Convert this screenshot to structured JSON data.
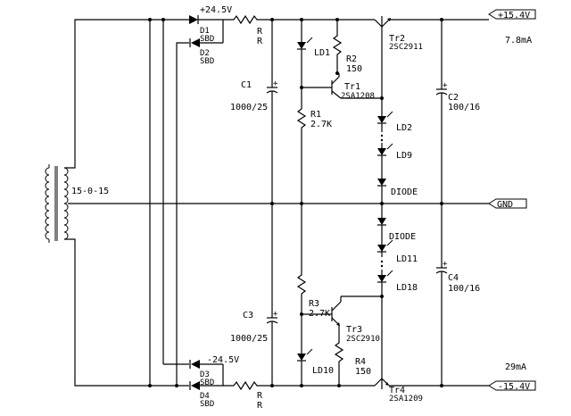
{
  "transformer": {
    "label": "15-0-15"
  },
  "rails": {
    "pos_raw": "+24.5V",
    "neg_raw": "-24.5V",
    "pos_out": "+15.4V",
    "neg_out": "-15.4V",
    "gnd": "GND",
    "pos_current": "7.8mA",
    "neg_current": "29mA"
  },
  "components": {
    "d1": {
      "name": "D1",
      "type": "SBD"
    },
    "d2": {
      "name": "D2",
      "type": "SBD"
    },
    "d3": {
      "name": "D3",
      "type": "SBD"
    },
    "d4": {
      "name": "D4",
      "type": "SBD"
    },
    "r_top_a": "R",
    "r_top_b": "R",
    "r_bot_a": "R",
    "r_bot_b": "R",
    "c1": {
      "name": "C1",
      "value": "1000/25"
    },
    "c3": {
      "name": "C3",
      "value": "1000/25"
    },
    "c2": {
      "name": "C2",
      "value": "100/16"
    },
    "c4": {
      "name": "C4",
      "value": "100/16"
    },
    "r1": {
      "name": "R1",
      "value": "2.7K"
    },
    "r2": {
      "name": "R2",
      "value": "150"
    },
    "r3": {
      "name": "R3",
      "value": "2.7K"
    },
    "r4": {
      "name": "R4",
      "value": "150"
    },
    "tr1": {
      "name": "Tr1",
      "part": "2SA1208"
    },
    "tr2": {
      "name": "Tr2",
      "part": "2SC2911"
    },
    "tr3": {
      "name": "Tr3",
      "part": "2SC2910"
    },
    "tr4": {
      "name": "Tr4",
      "part": "2SA1209"
    },
    "ld1": "LD1",
    "ld2": "LD2",
    "ld9": "LD9",
    "ld10": "LD10",
    "ld11": "LD11",
    "ld18": "LD18",
    "diode_top": "DIODE",
    "diode_bot": "DIODE"
  }
}
